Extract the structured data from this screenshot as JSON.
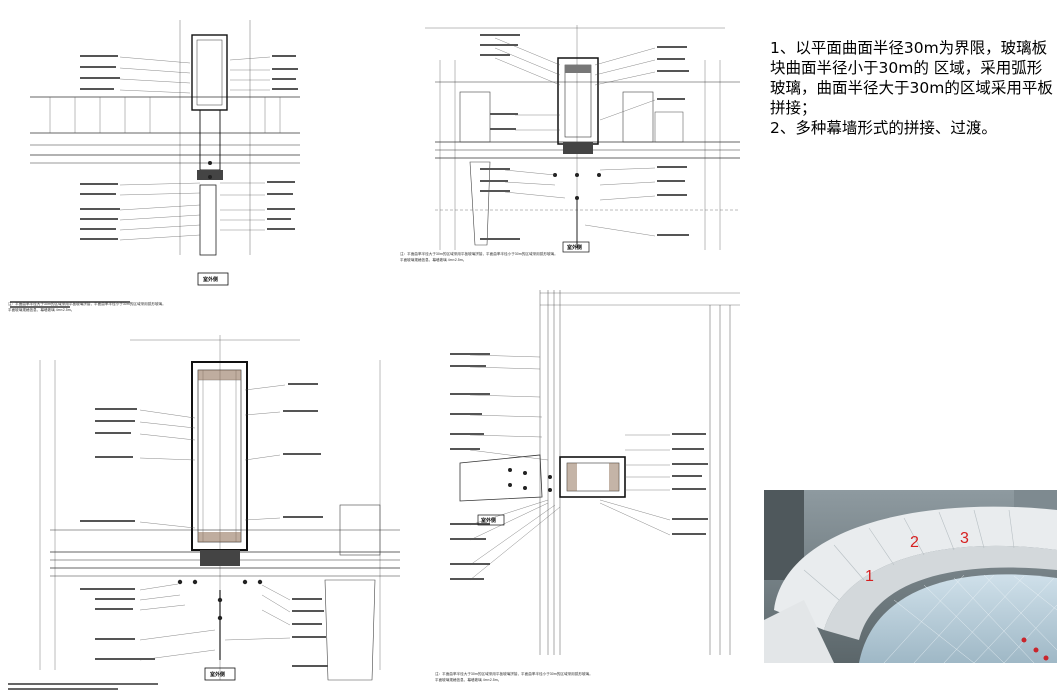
{
  "notes": {
    "item1": "1、以平面曲面半径30m为界限，玻璃板块曲面半径小于30m的 区域，采用弧形玻璃，曲面半径大于30m的区域采用平板拼接；",
    "item2": "2、多种幕墙形式的拼接、过渡。"
  },
  "photo": {
    "marker1": "1",
    "marker2": "2",
    "marker3": "3"
  },
  "drawings": {
    "outdoor_label": "室外侧",
    "spec_note": "注：平面曲率半径大于30m的区域采用平板玻璃拼接，平面曲率半径小于30m的区域采用弧形玻璃。",
    "spec_note_short": "平面玻璃规格信息，幕墙玻璃 4m×2.5m。"
  },
  "colors": {
    "line": "#222222",
    "hatch": "#555555",
    "accent": "#d62020"
  }
}
